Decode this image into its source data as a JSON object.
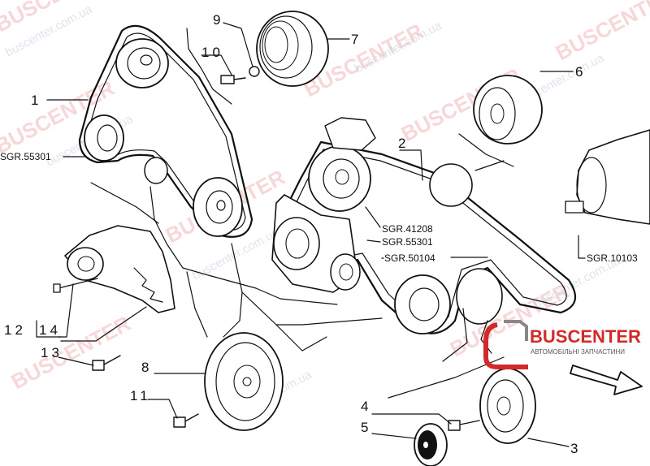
{
  "diagram": {
    "part_numbers": [
      "1",
      "2",
      "3",
      "4",
      "5",
      "6",
      "7",
      "8",
      "9",
      "10",
      "11",
      "12",
      "13",
      "14"
    ],
    "references": [
      "SGR.55301",
      "SGR.41208",
      "SGR.55301",
      "SGR.50104",
      "SGR.10103"
    ]
  },
  "watermark": {
    "brand": "BUSCENTER",
    "url": "buscenter.com.ua"
  },
  "logo": {
    "name": "BUSCENTER",
    "tagline": "АВТОМОБІЛЬНІ ЗАПЧАСТИНИ",
    "colors": {
      "primary": "#d22a2a",
      "secondary": "#555555"
    }
  }
}
